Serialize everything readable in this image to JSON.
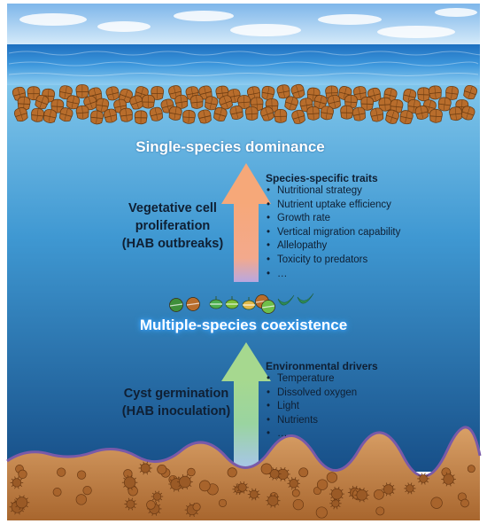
{
  "top_label": "Single-species dominance",
  "middle_label": "Multiple-species coexistence",
  "upper_process": {
    "lines": [
      "Vegetative cell",
      "proliferation",
      "(HAB outbreaks)"
    ]
  },
  "lower_process": {
    "lines": [
      "Cyst germination",
      "(HAB inoculation)"
    ]
  },
  "traits": {
    "title": "Species-specific traits",
    "items": [
      "Nutritional strategy",
      "Nutrient uptake efficiency",
      "Growth rate",
      "Vertical migration capability",
      "Allelopathy",
      "Toxicity to predators",
      "…"
    ]
  },
  "drivers": {
    "title": "Environmental drivers",
    "items": [
      "Temperature",
      "Dissolved oxygen",
      "Light",
      "Nutrients",
      "…"
    ]
  },
  "colors": {
    "arrow_upper": "#f5a87e",
    "arrow_lower": "#9fd29a",
    "ocean_top": "#5fb7e4",
    "ocean_bottom": "#1a5f9c",
    "sediment": "#c9894b",
    "cell": "#b86d2c"
  },
  "icons": {
    "dominant_cells": "brown-dinoflagellate-icon",
    "mixed_cells": "mixed-phytoplankton-icon",
    "cysts": "resting-cyst-icon"
  }
}
